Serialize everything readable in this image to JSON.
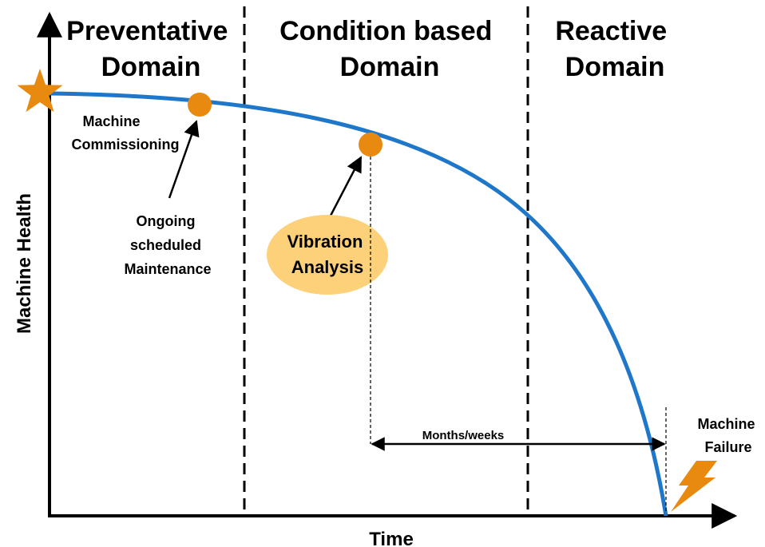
{
  "domains": [
    {
      "line1": "Preventative",
      "line2": "Domain"
    },
    {
      "line1": "Condition based",
      "line2": "Domain"
    },
    {
      "line1": "Reactive",
      "line2": "Domain"
    }
  ],
  "labels": {
    "commissioning": [
      "Machine",
      "Commissioning"
    ],
    "maintenance": [
      "Ongoing",
      "scheduled",
      "Maintenance"
    ],
    "vibration": [
      "Vibration",
      "Analysis"
    ],
    "interval": "Months/weeks",
    "failure": [
      "Machine",
      "Failure"
    ]
  },
  "axes": {
    "x_title": "Time",
    "y_title": "Machine Health"
  },
  "colors": {
    "curve": "#1f77c9",
    "markers": "#e98a10",
    "vibration_fill": "#fdd07a",
    "lines": "#000000"
  },
  "icons": {
    "start": "star-icon",
    "failure": "lightning-icon"
  }
}
